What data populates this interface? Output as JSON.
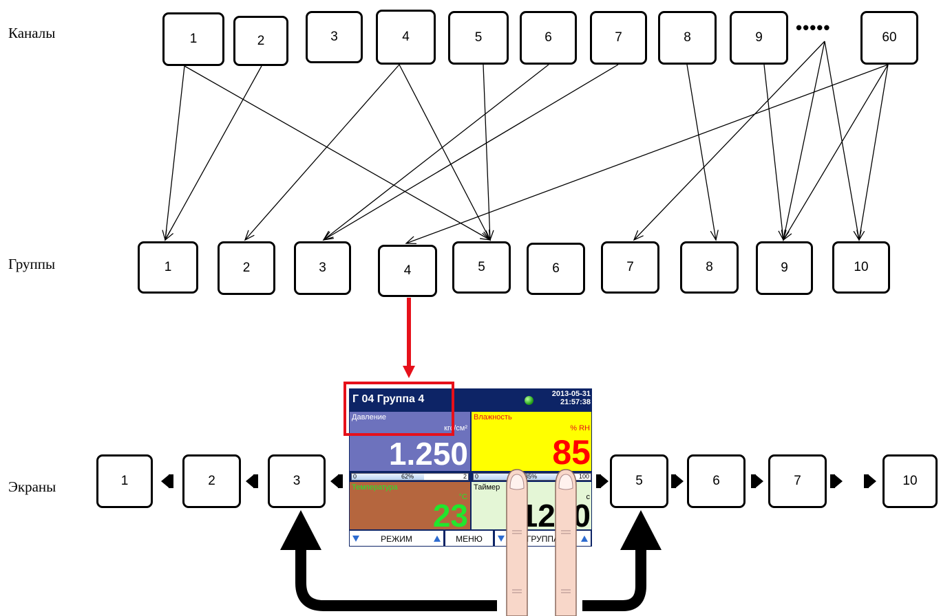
{
  "row_labels": {
    "channels": "Каналы",
    "groups": "Группы",
    "screens": "Экраны"
  },
  "channels": [
    "1",
    "2",
    "3",
    "4",
    "5",
    "6",
    "7",
    "8",
    "9",
    "60"
  ],
  "channels_ellipsis": "•••••",
  "groups": [
    "1",
    "2",
    "3",
    "4",
    "5",
    "6",
    "7",
    "8",
    "9",
    "10"
  ],
  "screens": [
    "1",
    "2",
    "3",
    "5",
    "6",
    "7",
    "10"
  ],
  "connections": [
    [
      "1",
      "1"
    ],
    [
      "1",
      "5"
    ],
    [
      "2",
      "1"
    ],
    [
      "4",
      "2"
    ],
    [
      "4",
      "5"
    ],
    [
      "5",
      "5"
    ],
    [
      "6",
      "3"
    ],
    [
      "7",
      "3"
    ],
    [
      "8",
      "8"
    ],
    [
      "9",
      "9"
    ],
    [
      "...",
      "7"
    ],
    [
      "...",
      "9"
    ],
    [
      "...",
      "10"
    ],
    [
      "60",
      "4"
    ],
    [
      "60",
      "9"
    ],
    [
      "60",
      "10"
    ]
  ],
  "device": {
    "title": "Г 04 Группа 4",
    "date": "2013-05-31",
    "time": "21:57:38",
    "cells": [
      {
        "name": "Давление",
        "unit": "кгс/см²",
        "value": "1.250",
        "bar_min": "0",
        "bar_pct": "62%",
        "bar_max": "2",
        "bar_fill": 0.62
      },
      {
        "name": "Влажность",
        "unit": "% RH",
        "value": "85",
        "bar_min": "0",
        "bar_pct": "85%",
        "bar_max": "100",
        "bar_fill": 0.85
      },
      {
        "name": "Температура",
        "unit": "°C",
        "value": "23"
      },
      {
        "name": "Таймер",
        "unit": "с",
        "value": "1200"
      }
    ],
    "footer": {
      "mode": "РЕЖИМ",
      "menu": "МЕНЮ",
      "group": "ГРУППА"
    }
  },
  "colors": {
    "highlight": "#e6101a",
    "pressure_bg": "#6d72bd",
    "humidity_bg": "#ffff00",
    "humidity_value": "#ff0000",
    "temperature_bg": "#b5663e",
    "temperature_value": "#22e62c",
    "timer_bg": "#e4f6d6"
  }
}
